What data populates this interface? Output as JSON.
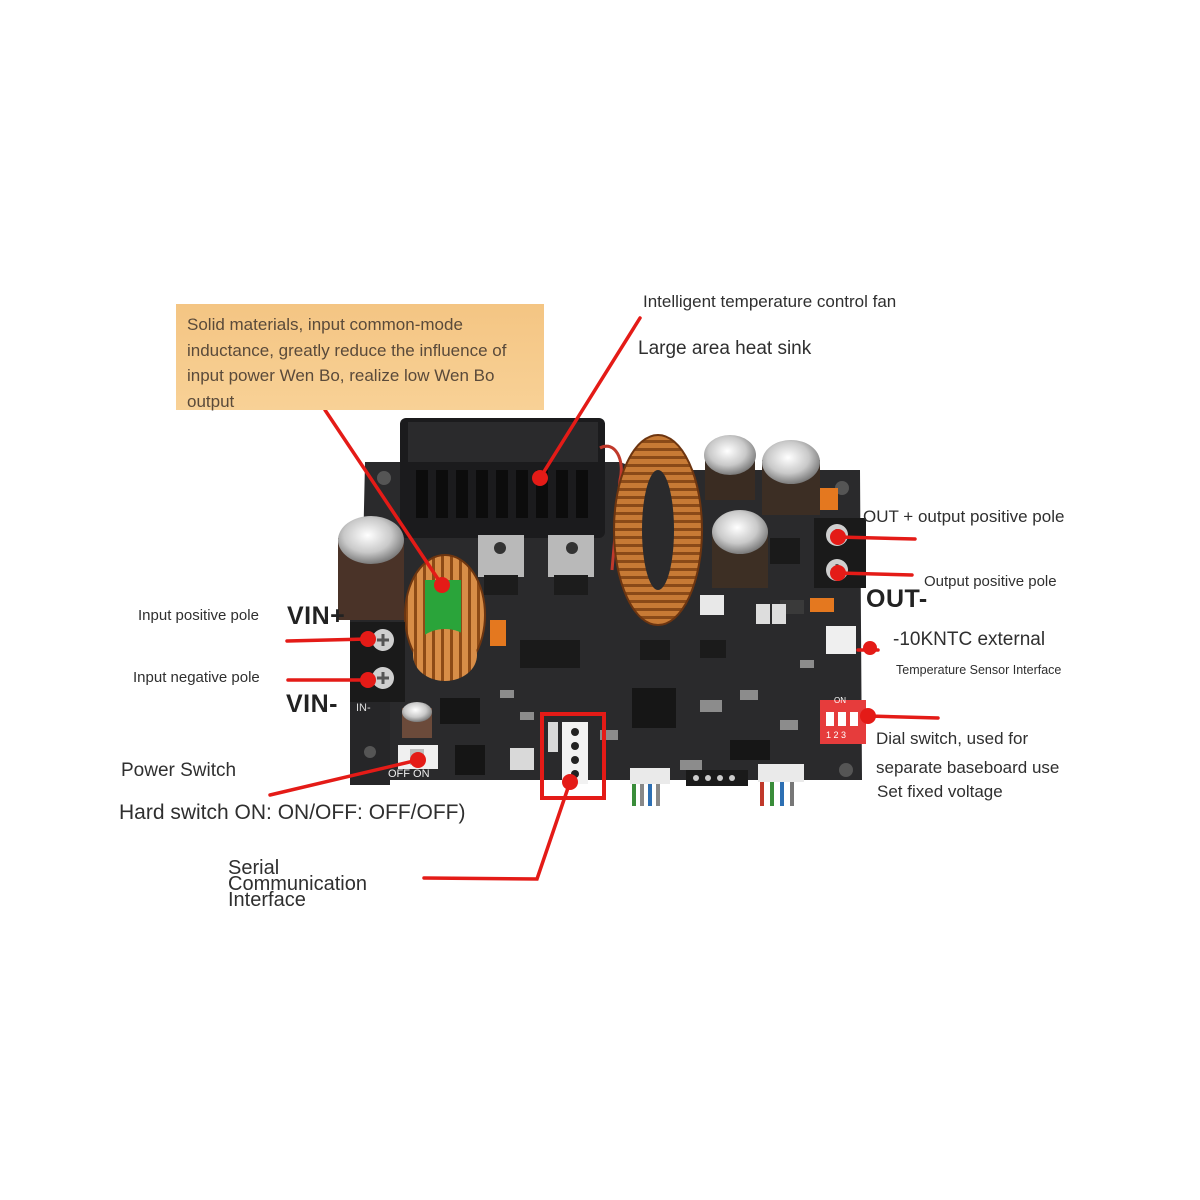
{
  "callout": {
    "text": "Solid materials, input common-mode inductance, greatly reduce the influence of input power Wen Bo, realize low Wen Bo output"
  },
  "labels": {
    "fan": "Intelligent temperature control fan",
    "heat_sink": "Large area heat sink",
    "out_plus": "OUT + output positive pole",
    "output_pole": "Output positive pole",
    "ntc": "-10KNTC external",
    "temp_sensor": "Temperature Sensor Interface",
    "dial_1": "Dial switch, used for",
    "dial_2": "separate baseboard use",
    "dial_3": "Set fixed voltage",
    "input_positive": "Input positive pole",
    "input_negative": "Input negative pole",
    "power_switch": "Power Switch",
    "hard_switch": "Hard switch ON: ON/OFF: OFF/OFF)",
    "serial_1": "Serial",
    "serial_2": "Communication",
    "serial_3": "Interface"
  },
  "board_marks": {
    "vin_plus": "VIN+",
    "vin_minus": "VIN-",
    "out_minus": "OUT-",
    "in_minus_silk": "IN-",
    "off_on_silk": "OFF ON",
    "dip_on": "ON",
    "dip_nums": "1 2 3"
  },
  "colors": {
    "pointer": "#e41b17",
    "callout_bg": "#f6c98a",
    "pcb": "#2b2b2d"
  }
}
